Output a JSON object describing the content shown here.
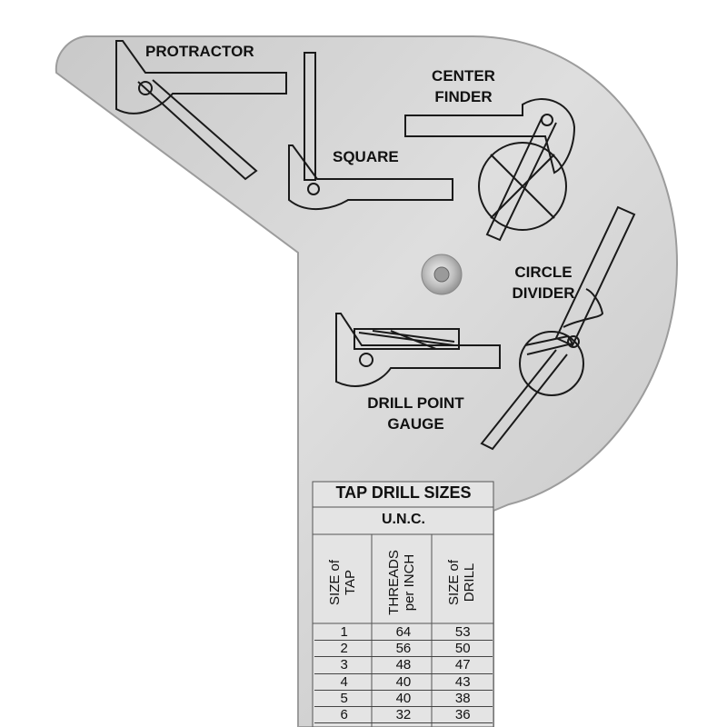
{
  "labels": {
    "protractor": "PROTRACTOR",
    "center_finder": [
      "CENTER",
      "FINDER"
    ],
    "square": "SQUARE",
    "circle_divider": [
      "CIRCLE",
      "DIVIDER"
    ],
    "drill_point_gauge": [
      "DRILL POINT",
      "GAUGE"
    ]
  },
  "table": {
    "title": "TAP DRILL SIZES",
    "subtitle": "U.N.C.",
    "headers": [
      [
        "SIZE of",
        "TAP"
      ],
      [
        "THREADS",
        "per INCH"
      ],
      [
        "SIZE of",
        "DRILL"
      ]
    ],
    "rows": [
      [
        "1",
        "64",
        "53"
      ],
      [
        "2",
        "56",
        "50"
      ],
      [
        "3",
        "48",
        "47"
      ],
      [
        "4",
        "40",
        "43"
      ],
      [
        "5",
        "40",
        "38"
      ],
      [
        "6",
        "32",
        "36"
      ]
    ]
  },
  "colors": {
    "plate": "#d2d2d2",
    "plate_edge": "#9c9c9c",
    "ink": "#1a1a1a"
  }
}
